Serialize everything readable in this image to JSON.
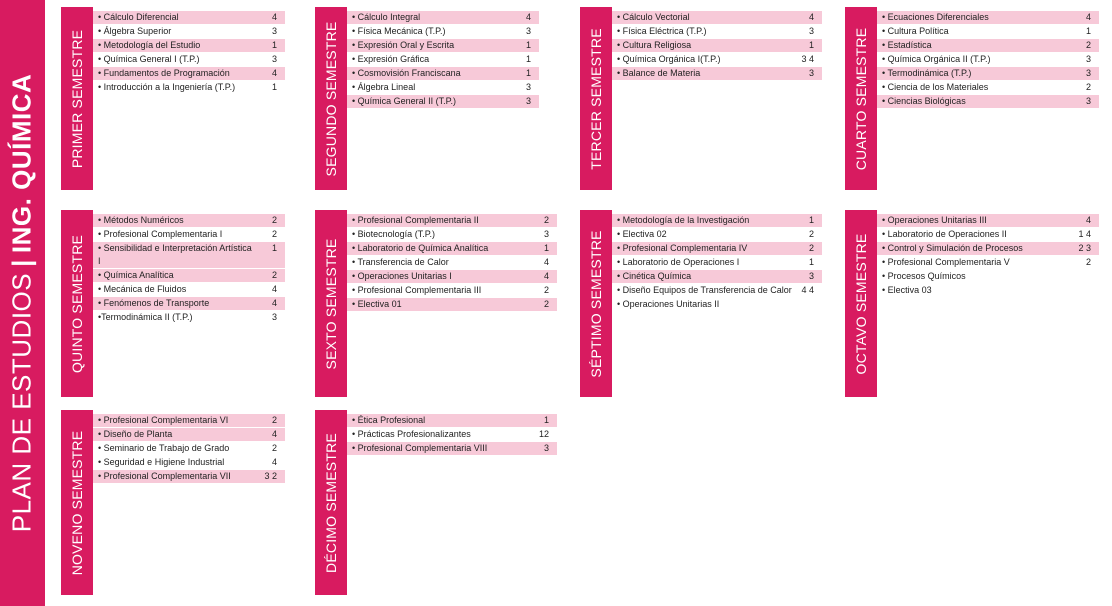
{
  "main_title": {
    "light": "PLAN DE ESTUDIOS",
    "separator": "|",
    "bold": "ING. QUÍMICA"
  },
  "colors": {
    "accent": "#d81b60",
    "row_highlight": "#f7c9d8"
  },
  "semesters": [
    {
      "name": "PRIMER SEMESTRE",
      "courses": [
        {
          "name": "• Cálculo Diferencial",
          "credits": "4",
          "pink": true
        },
        {
          "name": "• Álgebra Superior",
          "credits": "3",
          "pink": false
        },
        {
          "name": "• Metodología del Estudio",
          "credits": "1",
          "pink": true
        },
        {
          "name": "• Química General I (T.P.)",
          "credits": "3",
          "pink": false
        },
        {
          "name": "• Fundamentos de Programación",
          "credits": "4",
          "pink": true
        },
        {
          "name": "• Introducción a la Ingeniería (T.P.)",
          "credits": "1",
          "pink": false
        }
      ]
    },
    {
      "name": "SEGUNDO SEMESTRE",
      "courses": [
        {
          "name": "• Cálculo Integral",
          "credits": "4",
          "pink": true
        },
        {
          "name": "• Física Mecánica (T.P.)",
          "credits": "3",
          "pink": false
        },
        {
          "name": "• Expresión Oral y Escrita",
          "credits": "1",
          "pink": true
        },
        {
          "name": "• Expresión Gráfica",
          "credits": "1",
          "pink": false
        },
        {
          "name": "• Cosmovisión Franciscana",
          "credits": "1",
          "pink": true
        },
        {
          "name": "• Álgebra Lineal",
          "credits": "3",
          "pink": false
        },
        {
          "name": "• Química General II (T.P.)",
          "credits": "3",
          "pink": true
        }
      ]
    },
    {
      "name": "TERCER SEMESTRE",
      "courses": [
        {
          "name": "• Cálculo Vectorial",
          "credits": "4",
          "pink": true
        },
        {
          "name": "• Física Eléctrica (T.P.)",
          "credits": "3",
          "pink": false
        },
        {
          "name": "• Cultura Religiosa",
          "credits": "1",
          "pink": true
        },
        {
          "name": "• Química Orgánica I(T.P.)",
          "credits": "3 4",
          "pink": false
        },
        {
          "name": "• Balance de Materia",
          "credits": "3",
          "pink": true
        }
      ]
    },
    {
      "name": "CUARTO SEMESTRE",
      "courses": [
        {
          "name": "• Ecuaciones Diferenciales",
          "credits": "4",
          "pink": true
        },
        {
          "name": "• Cultura Política",
          "credits": "1",
          "pink": false
        },
        {
          "name": "• Estadística",
          "credits": "2",
          "pink": true
        },
        {
          "name": "• Química Orgánica II (T.P.)",
          "credits": "3",
          "pink": false
        },
        {
          "name": "• Termodinámica (T.P.)",
          "credits": "3",
          "pink": true
        },
        {
          "name": "• Ciencia de los Materiales",
          "credits": "2",
          "pink": false
        },
        {
          "name": "• Ciencias Biológicas",
          "credits": "3",
          "pink": true
        }
      ]
    },
    {
      "name": "QUINTO SEMESTRE",
      "courses": [
        {
          "name": "• Métodos Numéricos",
          "credits": "2",
          "pink": true
        },
        {
          "name": "• Profesional Complementaria I",
          "credits": "2",
          "pink": false
        },
        {
          "name": "• Sensibilidad e Interpretación Artística I",
          "credits": "1",
          "pink": true
        },
        {
          "name": "• Química Analítica",
          "credits": "2",
          "pink": true
        },
        {
          "name": "• Mecánica de Fluidos",
          "credits": "4",
          "pink": false
        },
        {
          "name": "• Fenómenos de  Transporte",
          "credits": "4",
          "pink": true
        },
        {
          "name": "•Termodinámica II (T.P.)",
          "credits": "3",
          "pink": false
        }
      ]
    },
    {
      "name": "SEXTO SEMESTRE",
      "courses": [
        {
          "name": "• Profesional Complementaria II",
          "credits": "2",
          "pink": true
        },
        {
          "name": "• Biotecnología (T.P.)",
          "credits": "3",
          "pink": false
        },
        {
          "name": "• Laboratorio de Química Analítica",
          "credits": "1",
          "pink": true
        },
        {
          "name": "• Transferencia de Calor",
          "credits": "4",
          "pink": false
        },
        {
          "name": "• Operaciones Unitarias I",
          "credits": "4",
          "pink": true
        },
        {
          "name": "• Profesional Complementaria III",
          "credits": "2",
          "pink": false
        },
        {
          "name": "• Electiva 01",
          "credits": "2",
          "pink": true
        }
      ]
    },
    {
      "name": "SÉPTIMO SEMESTRE",
      "courses": [
        {
          "name": "• Metodología de la Investigación",
          "credits": "1",
          "pink": true
        },
        {
          "name": "• Electiva 02",
          "credits": "2",
          "pink": false
        },
        {
          "name": "• Profesional Complementaria IV",
          "credits": "2",
          "pink": true
        },
        {
          "name": "• Laboratorio de Operaciones I",
          "credits": "1",
          "pink": false
        },
        {
          "name": "• Cinética Química",
          "credits": "3",
          "pink": true
        },
        {
          "name": "• Diseño Equipos de Transferencia  de Calor",
          "credits": "4 4",
          "pink": false
        },
        {
          "name": "• Operaciones Unitarias II",
          "credits": "",
          "pink": false
        }
      ]
    },
    {
      "name": "OCTAVO SEMESTRE",
      "courses": [
        {
          "name": "• Operaciones Unitarias III",
          "credits": "4",
          "pink": true
        },
        {
          "name": "• Laboratorio de Operaciones II",
          "credits": "1 4",
          "pink": false
        },
        {
          "name": "• Control y Simulación de Procesos",
          "credits": "2 3",
          "pink": true
        },
        {
          "name": "• Profesional Complementaria V",
          "credits": "2",
          "pink": false
        },
        {
          "name": "• Procesos Químicos",
          "credits": "",
          "pink": false
        },
        {
          "name": "• Electiva 03",
          "credits": "",
          "pink": false
        }
      ]
    },
    {
      "name": "NOVENO SEMESTRE",
      "courses": [
        {
          "name": "• Profesional Complementaria VI",
          "credits": "2",
          "pink": true
        },
        {
          "name": "• Diseño de Planta",
          "credits": "4",
          "pink": true
        },
        {
          "name": "• Seminario de Trabajo  de Grado",
          "credits": "2",
          "pink": false
        },
        {
          "name": "• Seguridad e Higiene Industrial",
          "credits": "4",
          "pink": false
        },
        {
          "name": "• Profesional Complementaria VII",
          "credits": "3 2",
          "pink": true
        }
      ]
    },
    {
      "name": "DÉCIMO SEMESTRE",
      "courses": [
        {
          "name": "• Ética Profesional",
          "credits": "1",
          "pink": true
        },
        {
          "name": "• Prácticas Profesionalizantes",
          "credits": "12",
          "pink": false
        },
        {
          "name": "• Profesional Complementaria VIII",
          "credits": "3",
          "pink": true
        }
      ]
    }
  ]
}
